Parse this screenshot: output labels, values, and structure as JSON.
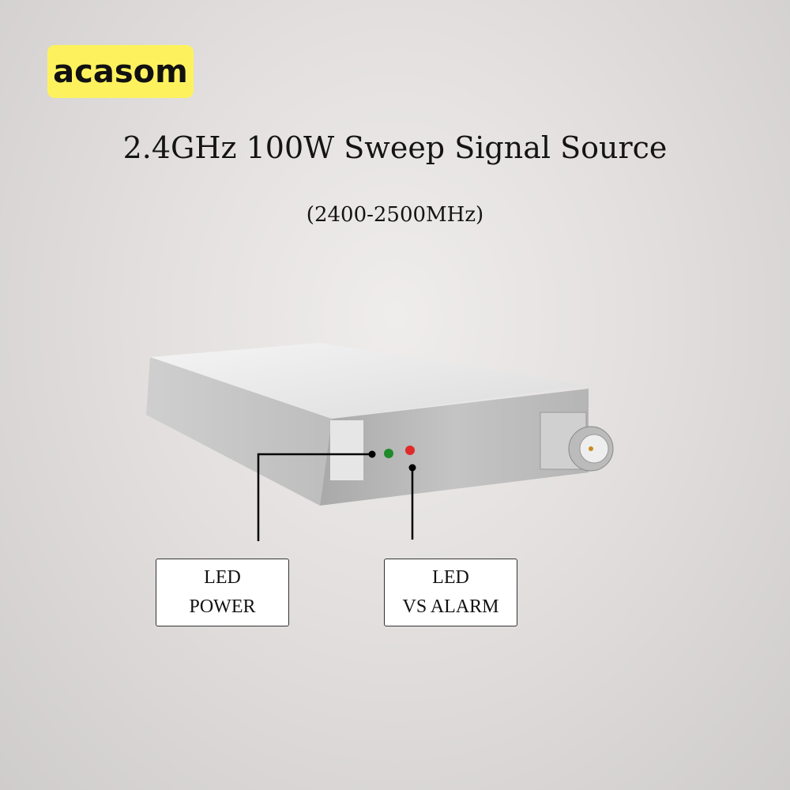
{
  "brand": {
    "logo_text": "acasom",
    "logo_color": "#fdf25d"
  },
  "title": "2.4GHz 100W Sweep Signal Source",
  "subtitle": "(2400-2500MHz)",
  "callouts": [
    {
      "line1": "LED",
      "line2": "POWER",
      "led_color": "#1e8a2a"
    },
    {
      "line1": "LED",
      "line2": "VS ALARM",
      "led_color": "#e02a2a"
    }
  ]
}
